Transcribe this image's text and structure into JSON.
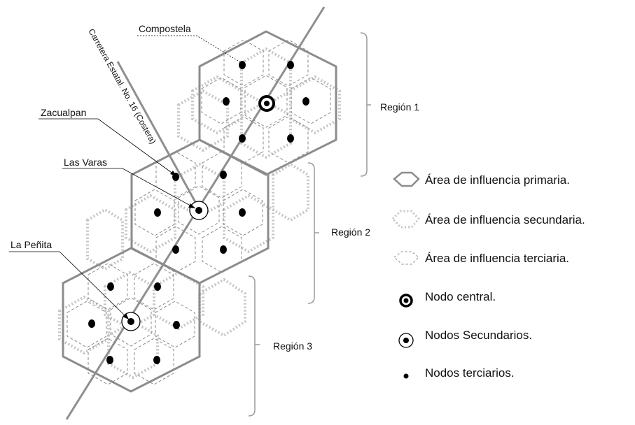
{
  "towns": {
    "compostela": "Compostela",
    "zacualpan": "Zacualpan",
    "las_varas": "Las Varas",
    "la_penita": "La Peñita"
  },
  "road": "Carretera Estatal. No. 16 (Costera)",
  "regions": [
    "Región 1",
    "Región 2",
    "Región 3"
  ],
  "legend": {
    "primary": "Área de influencia primaria.",
    "secondary": "Área de influencia secundaria.",
    "tertiary": "Área de influencia terciaria.",
    "central_node": "Nodo central.",
    "secondary_nodes": "Nodos Secundarios.",
    "tertiary_nodes": "Nodos terciarios."
  },
  "colors": {
    "primary_hex": "#8c8c8c",
    "secondary_hex": "#c4c4c4",
    "tertiary_hex": "#8a8a8a",
    "road": "#8f8f8f",
    "node": "#000000"
  }
}
